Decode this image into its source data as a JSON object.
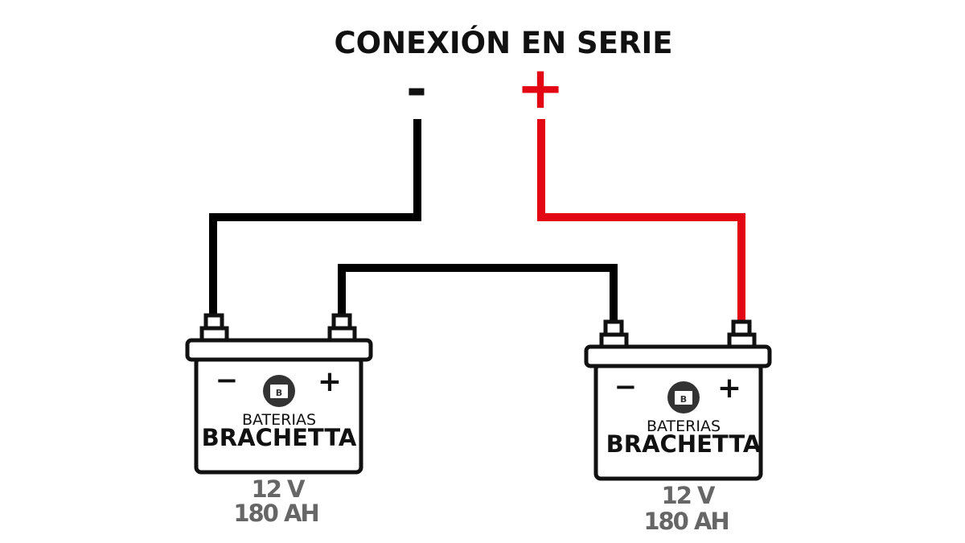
{
  "title": "CONEXIÓN EN SERIE",
  "terminals": {
    "negative": "-",
    "positive": "+"
  },
  "colors": {
    "negative_wire": "#000000",
    "positive_wire": "#e30613",
    "spec_text": "#666666"
  },
  "batteries": [
    {
      "minus": "−",
      "plus": "+",
      "logo_letter": "B",
      "brand_top": "BATERIAS",
      "brand_bottom": "BRACHETTA",
      "voltage": "12 V",
      "capacity": "180 AH"
    },
    {
      "minus": "−",
      "plus": "+",
      "logo_letter": "B",
      "brand_top": "BATERIAS",
      "brand_bottom": "BRACHETTA",
      "voltage": "12 V",
      "capacity": "180 AH"
    }
  ]
}
